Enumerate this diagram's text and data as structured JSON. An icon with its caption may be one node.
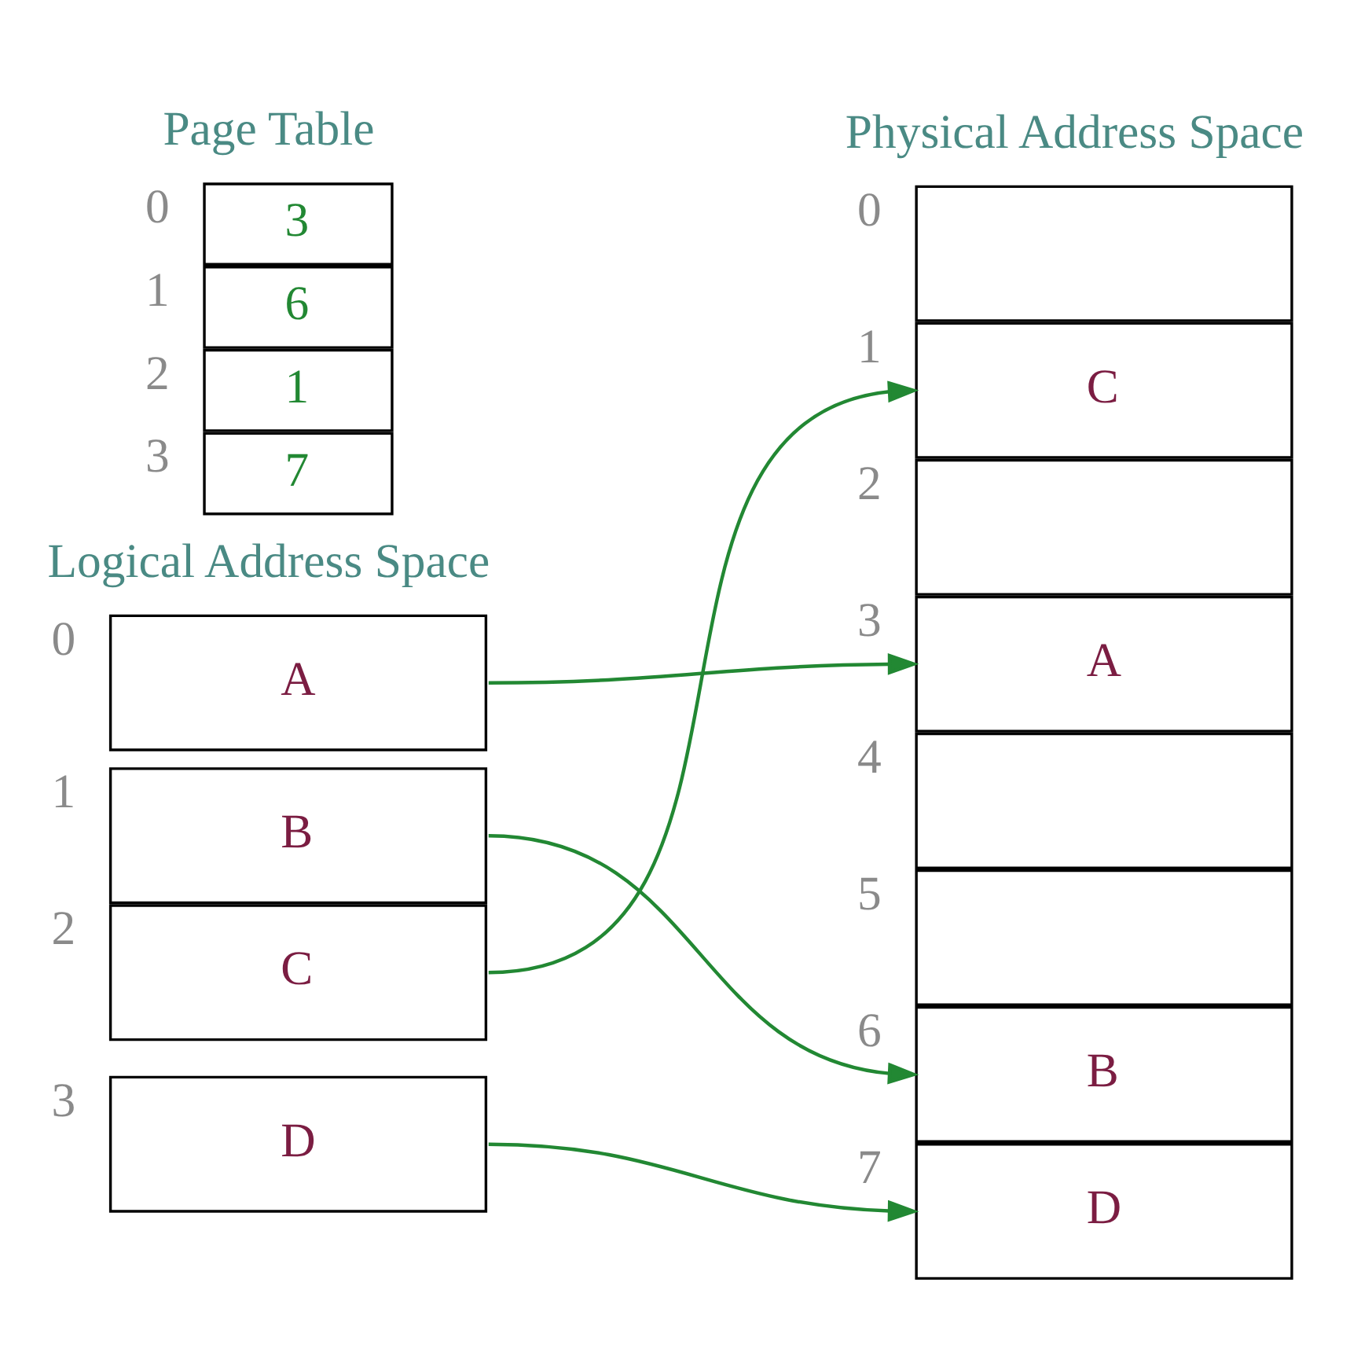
{
  "diagram": {
    "nodes": [
      {
        "text": [
          "3"
        ],
        "beside": [
          "0"
        ]
      },
      {
        "text": [
          "6"
        ],
        "beside": [
          "1"
        ]
      },
      {
        "text": [
          "1"
        ],
        "beside": [
          "2"
        ]
      },
      {
        "text": [
          "7"
        ],
        "beside": [
          "3"
        ]
      },
      {
        "text": [],
        "shape": "box",
        "beside": [
          "0"
        ]
      },
      {
        "text": [
          "C"
        ],
        "beside": [
          "1"
        ]
      },
      {
        "text": [],
        "shape": "box",
        "beside": [
          "2"
        ]
      },
      {
        "text": [
          "A"
        ],
        "beside": [
          "3"
        ]
      },
      {
        "text": [],
        "shape": "box",
        "beside": [
          "4"
        ]
      },
      {
        "text": [],
        "shape": "box",
        "beside": [
          "5"
        ]
      },
      {
        "text": [
          "B"
        ],
        "beside": [
          "6"
        ]
      },
      {
        "text": [
          "D"
        ],
        "beside": [
          "7"
        ]
      },
      {
        "text": [
          "A"
        ],
        "beside": [
          "0"
        ]
      },
      {
        "text": [
          "B"
        ],
        "beside": [
          "1"
        ]
      },
      {
        "text": [
          "C"
        ],
        "beside": [
          "2"
        ]
      },
      {
        "text": [
          "D"
        ],
        "beside": [
          "3"
        ]
      }
    ],
    "edges": [
      {
        "from": 12,
        "to": 7,
        "arrow": "to"
      },
      {
        "from": 13,
        "to": 10,
        "arrow": "to"
      },
      {
        "from": 14,
        "to": 5,
        "arrow": "to"
      },
      {
        "from": 15,
        "to": 11,
        "arrow": "to"
      }
    ],
    "labels": [
      "Page Table",
      "Physical Address Space",
      "Logical Address Space"
    ]
  }
}
